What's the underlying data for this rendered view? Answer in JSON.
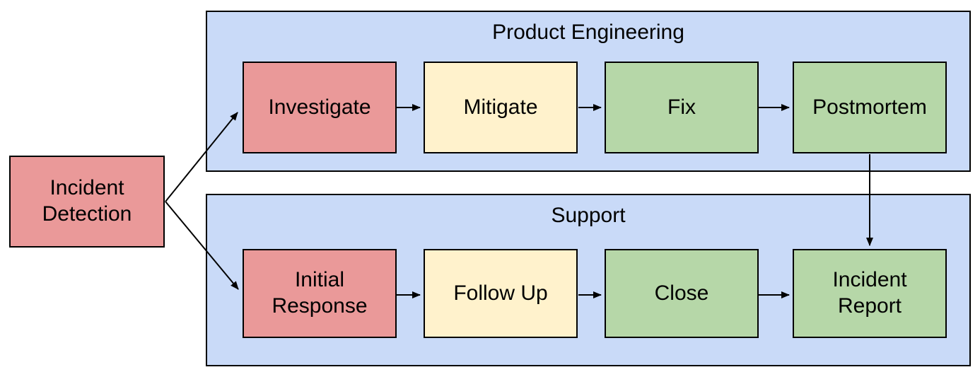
{
  "diagram": {
    "type": "flowchart",
    "colors": {
      "lane_fill": "#c9daf8",
      "red": "#ea9999",
      "yellow": "#fff2cc",
      "green": "#b6d7a8",
      "border": "#000000",
      "arrow": "#000000",
      "text": "#000000",
      "background": "#ffffff"
    },
    "start_node": {
      "id": "incident-detection",
      "label": "Incident Detection",
      "fill": "#ea9999"
    },
    "lanes": [
      {
        "id": "product-engineering",
        "title": "Product Engineering",
        "fill": "#c9daf8",
        "nodes": [
          {
            "id": "investigate",
            "label": "Investigate",
            "fill": "#ea9999"
          },
          {
            "id": "mitigate",
            "label": "Mitigate",
            "fill": "#fff2cc"
          },
          {
            "id": "fix",
            "label": "Fix",
            "fill": "#b6d7a8"
          },
          {
            "id": "postmortem",
            "label": "Postmortem",
            "fill": "#b6d7a8"
          }
        ]
      },
      {
        "id": "support",
        "title": "Support",
        "fill": "#c9daf8",
        "nodes": [
          {
            "id": "initial-response",
            "label": "Initial Response",
            "fill": "#ea9999"
          },
          {
            "id": "follow-up",
            "label": "Follow Up",
            "fill": "#fff2cc"
          },
          {
            "id": "close",
            "label": "Close",
            "fill": "#b6d7a8"
          },
          {
            "id": "incident-report",
            "label": "Incident Report",
            "fill": "#b6d7a8"
          }
        ]
      }
    ],
    "edges": [
      {
        "from": "incident-detection",
        "to": "investigate"
      },
      {
        "from": "incident-detection",
        "to": "initial-response"
      },
      {
        "from": "investigate",
        "to": "mitigate"
      },
      {
        "from": "mitigate",
        "to": "fix"
      },
      {
        "from": "fix",
        "to": "postmortem"
      },
      {
        "from": "initial-response",
        "to": "follow-up"
      },
      {
        "from": "follow-up",
        "to": "close"
      },
      {
        "from": "close",
        "to": "incident-report"
      },
      {
        "from": "postmortem",
        "to": "incident-report"
      }
    ]
  }
}
